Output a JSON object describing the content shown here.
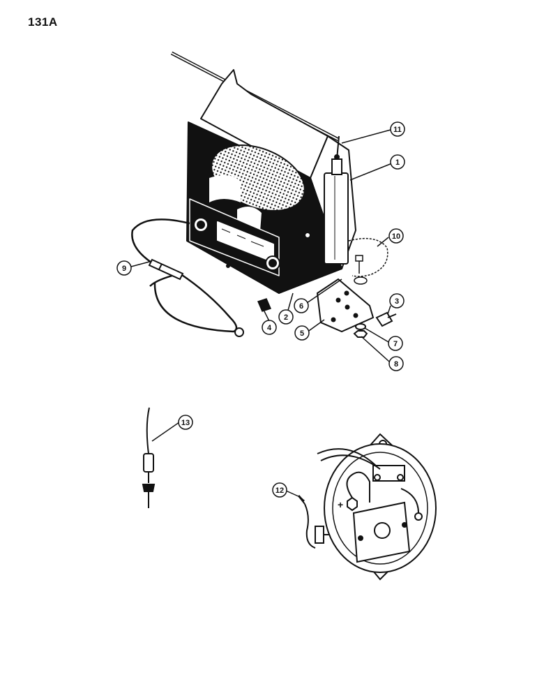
{
  "page": {
    "number": "131A"
  },
  "callouts": {
    "c1": "1",
    "c2": "2",
    "c3": "3",
    "c4": "4",
    "c5": "5",
    "c6": "6",
    "c7": "7",
    "c8": "8",
    "c9": "9",
    "c10": "10",
    "c11": "11",
    "c12": "12",
    "c13": "13"
  },
  "labels": {
    "plus_sign": "+"
  },
  "colors": {
    "ink": "#111111",
    "paper": "#ffffff"
  }
}
